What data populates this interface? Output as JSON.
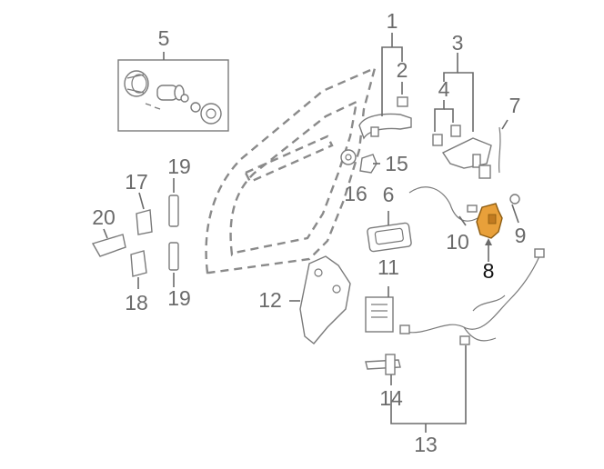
{
  "diagram": {
    "labels": {
      "p1": "1",
      "p2": "2",
      "p3": "3",
      "p4": "4",
      "p5": "5",
      "p6": "6",
      "p7": "7",
      "p8": "8",
      "p9": "9",
      "p10": "10",
      "p11": "11",
      "p12": "12",
      "p13": "13",
      "p14": "14",
      "p15": "15",
      "p16": "16",
      "p17": "17",
      "p18": "18",
      "p19a": "19",
      "p19b": "19",
      "p20": "20"
    },
    "highlight_color": "#e8a03a",
    "highlighted_part": "8"
  }
}
